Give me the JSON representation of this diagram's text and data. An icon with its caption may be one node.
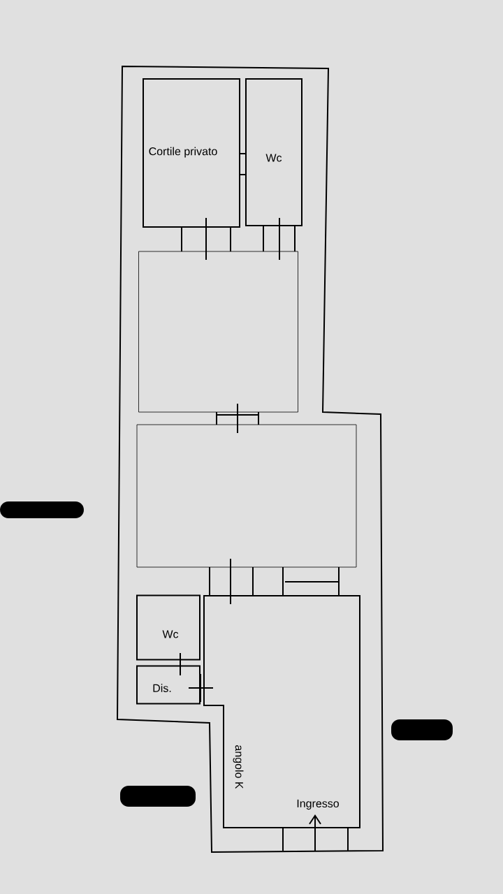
{
  "diagram": {
    "nodes": [
      {
        "text": [
          "Cortile privato"
        ]
      },
      {
        "text": [
          "Wc"
        ]
      },
      {
        "text": [],
        "shape": "box"
      },
      {
        "text": [],
        "shape": "box"
      },
      {
        "text": [
          "Wc"
        ]
      },
      {
        "text": [
          "Dis."
        ]
      },
      {
        "text": [
          "angolo K",
          "Ingresso"
        ]
      }
    ]
  }
}
